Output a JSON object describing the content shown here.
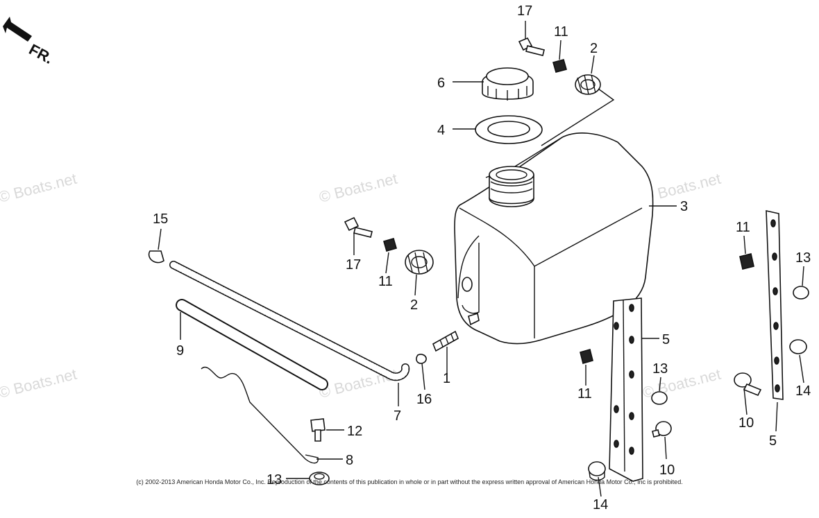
{
  "direction_indicator": {
    "label": "FR."
  },
  "callouts": {
    "c1": "1",
    "c2a": "2",
    "c2b": "2",
    "c3": "3",
    "c4": "4",
    "c5a": "5",
    "c5b": "5",
    "c6": "6",
    "c7": "7",
    "c8": "8",
    "c9": "9",
    "c10a": "10",
    "c10b": "10",
    "c11a": "11",
    "c11b": "11",
    "c11c": "11",
    "c11d": "11",
    "c12": "12",
    "c13a": "13",
    "c13b": "13",
    "c13c": "13",
    "c14a": "14",
    "c14b": "14",
    "c15": "15",
    "c16": "16",
    "c17a": "17",
    "c17b": "17"
  },
  "watermark": "© Boats.net",
  "copyright": "(c) 2002-2013 American Honda Motor Co., Inc. Reproduction of the contents of this publication in whole or in part without the express written approval of American Honda Motor Co., Inc is prohibited."
}
